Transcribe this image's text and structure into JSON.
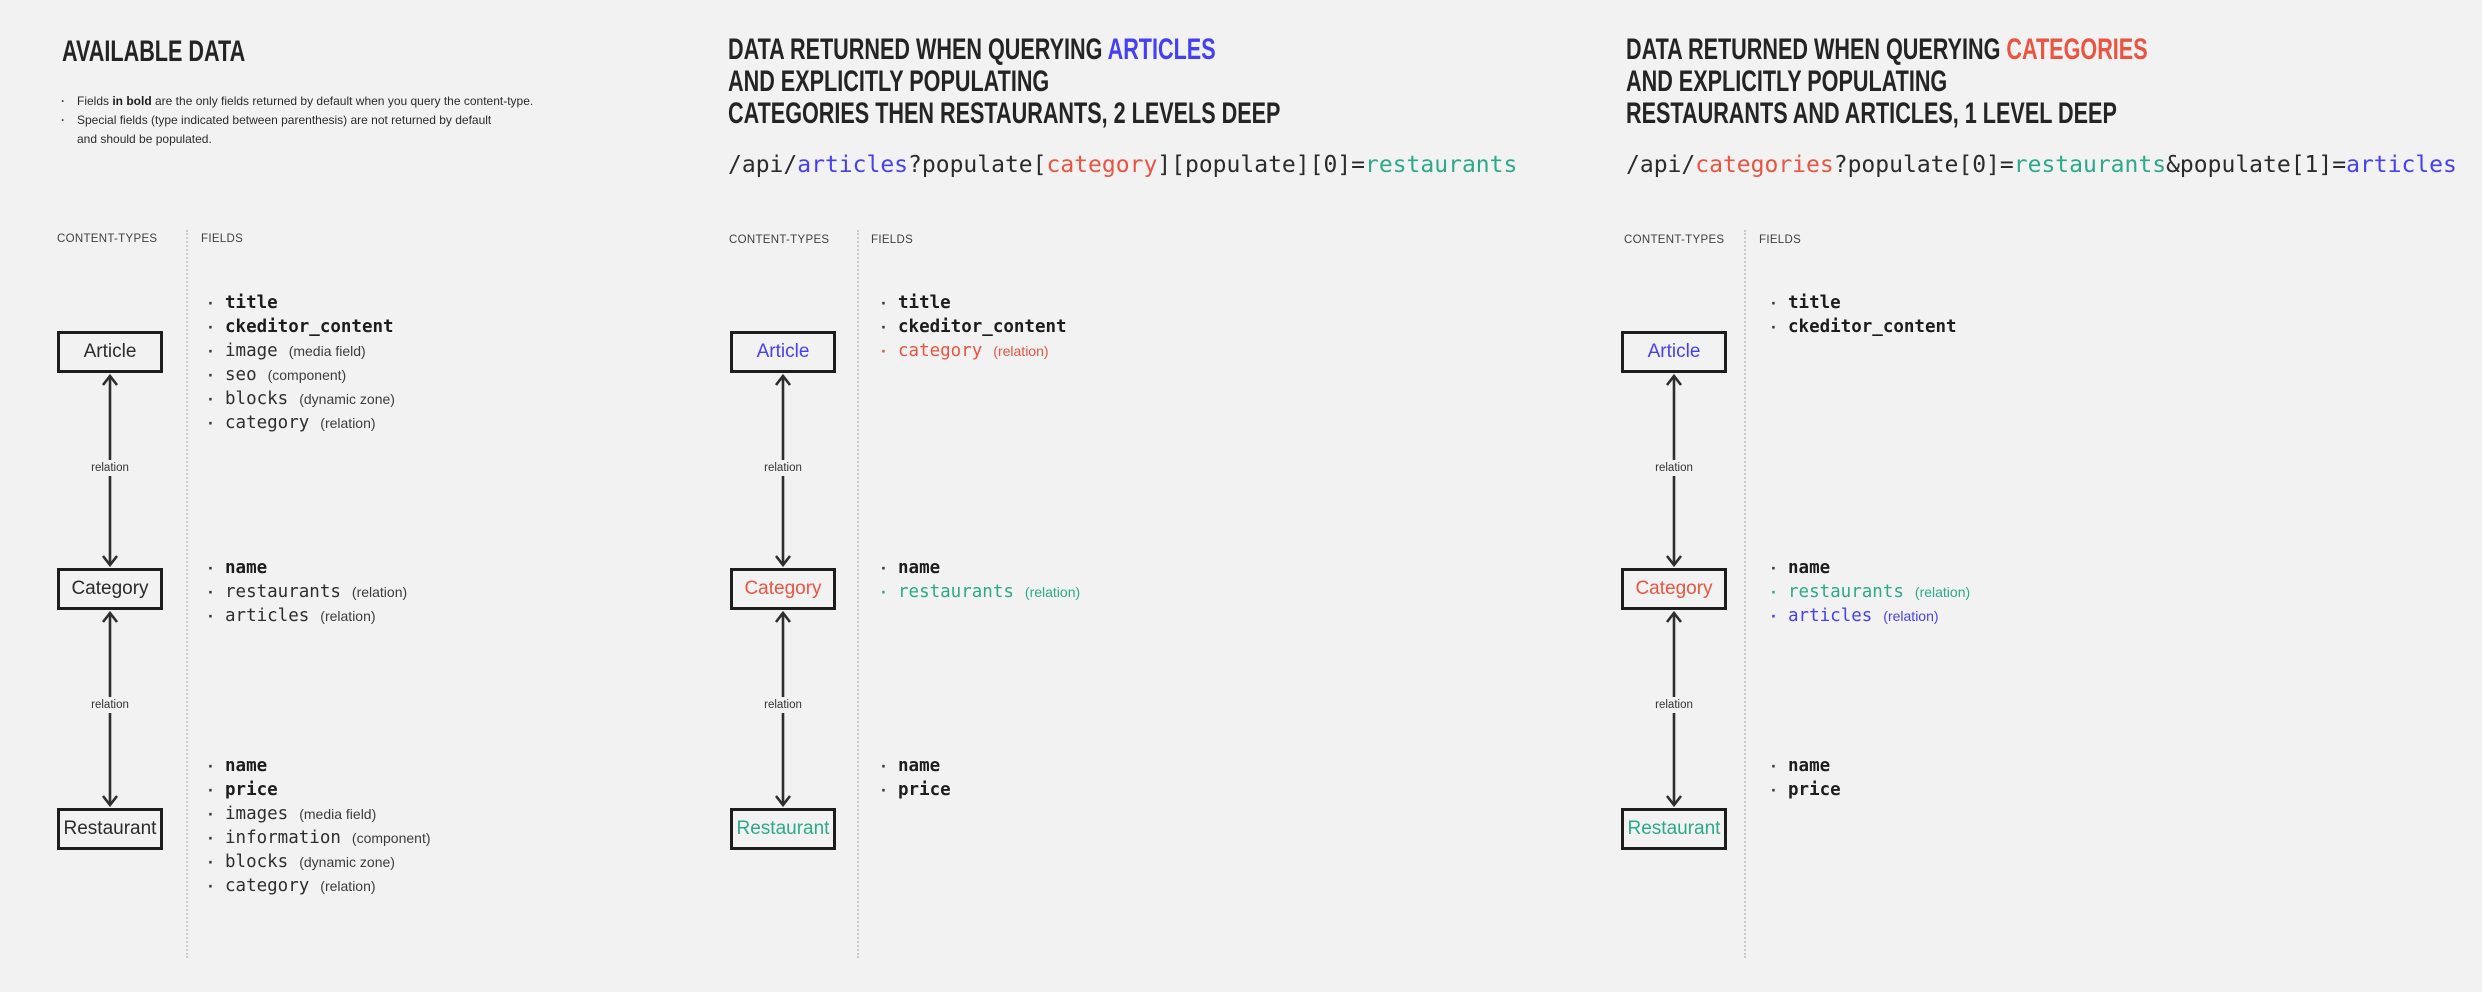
{
  "colors": {
    "bg": "#f2f2f2",
    "blue": "#4540f4",
    "red": "#ea5440",
    "teal": "#2ca98b"
  },
  "shared": {
    "content_types": "CONTENT-TYPES",
    "fields": "FIELDS",
    "relation": "relation",
    "article": "Article",
    "category": "Category",
    "restaurant": "Restaurant"
  },
  "panel1": {
    "title": "AVAILABLE DATA",
    "note1_pre": "Fields ",
    "note1_bold": "in bold",
    "note1_post": " are the only fields returned by default when you query the content-type.",
    "note2_line1": "Special fields (type indicated between parenthesis) are not returned by default",
    "note2_line2": "and should be populated.",
    "article_fields": [
      {
        "name": "title"
      },
      {
        "name": "ckeditor_content"
      },
      {
        "name": "image",
        "type": "(media field)"
      },
      {
        "name": "seo",
        "type": "(component)"
      },
      {
        "name": "blocks",
        "type": "(dynamic zone)"
      },
      {
        "name": "category",
        "type": "(relation)"
      }
    ],
    "category_fields": [
      {
        "name": "name"
      },
      {
        "name": "restaurants",
        "type": "(relation)"
      },
      {
        "name": "articles",
        "type": "(relation)"
      }
    ],
    "restaurant_fields": [
      {
        "name": "name"
      },
      {
        "name": "price"
      },
      {
        "name": "images",
        "type": "(media field)"
      },
      {
        "name": "information",
        "type": "(component)"
      },
      {
        "name": "blocks",
        "type": "(dynamic zone)"
      },
      {
        "name": "category",
        "type": "(relation)"
      }
    ]
  },
  "panel2": {
    "title1": "DATA RETURNED WHEN QUERYING ",
    "title1_hl": "ARTICLES",
    "title2": "AND EXPLICITLY POPULATING",
    "title3": "CATEGORIES THEN RESTAURANTS, 2 LEVELS DEEP",
    "code": {
      "s1": "/api/",
      "s2": "articles",
      "s3": "?populate[",
      "s4": "category",
      "s5": "][populate][0]=",
      "s6": "restaurants"
    },
    "article_fields": [
      {
        "name": "title"
      },
      {
        "name": "ckeditor_content"
      },
      {
        "name": "category",
        "type": "(relation)"
      }
    ],
    "category_fields": [
      {
        "name": "name"
      },
      {
        "name": "restaurants",
        "type": "(relation)"
      }
    ],
    "restaurant_fields": [
      {
        "name": "name"
      },
      {
        "name": "price"
      }
    ]
  },
  "panel3": {
    "title1": "DATA RETURNED WHEN QUERYING ",
    "title1_hl": "CATEGORIES",
    "title2": "AND EXPLICITLY POPULATING",
    "title3": "RESTAURANTS AND ARTICLES, 1 LEVEL DEEP",
    "code": {
      "s1": "/api/",
      "s2": "categories",
      "s3": "?populate[0]=",
      "s4": "restaurants",
      "s5": "&populate[1]=",
      "s6": "articles"
    },
    "article_fields": [
      {
        "name": "title"
      },
      {
        "name": "ckeditor_content"
      }
    ],
    "category_fields": [
      {
        "name": "name"
      },
      {
        "name": "restaurants",
        "type": "(relation)"
      },
      {
        "name": "articles",
        "type": "(relation)"
      }
    ],
    "restaurant_fields": [
      {
        "name": "name"
      },
      {
        "name": "price"
      }
    ]
  }
}
